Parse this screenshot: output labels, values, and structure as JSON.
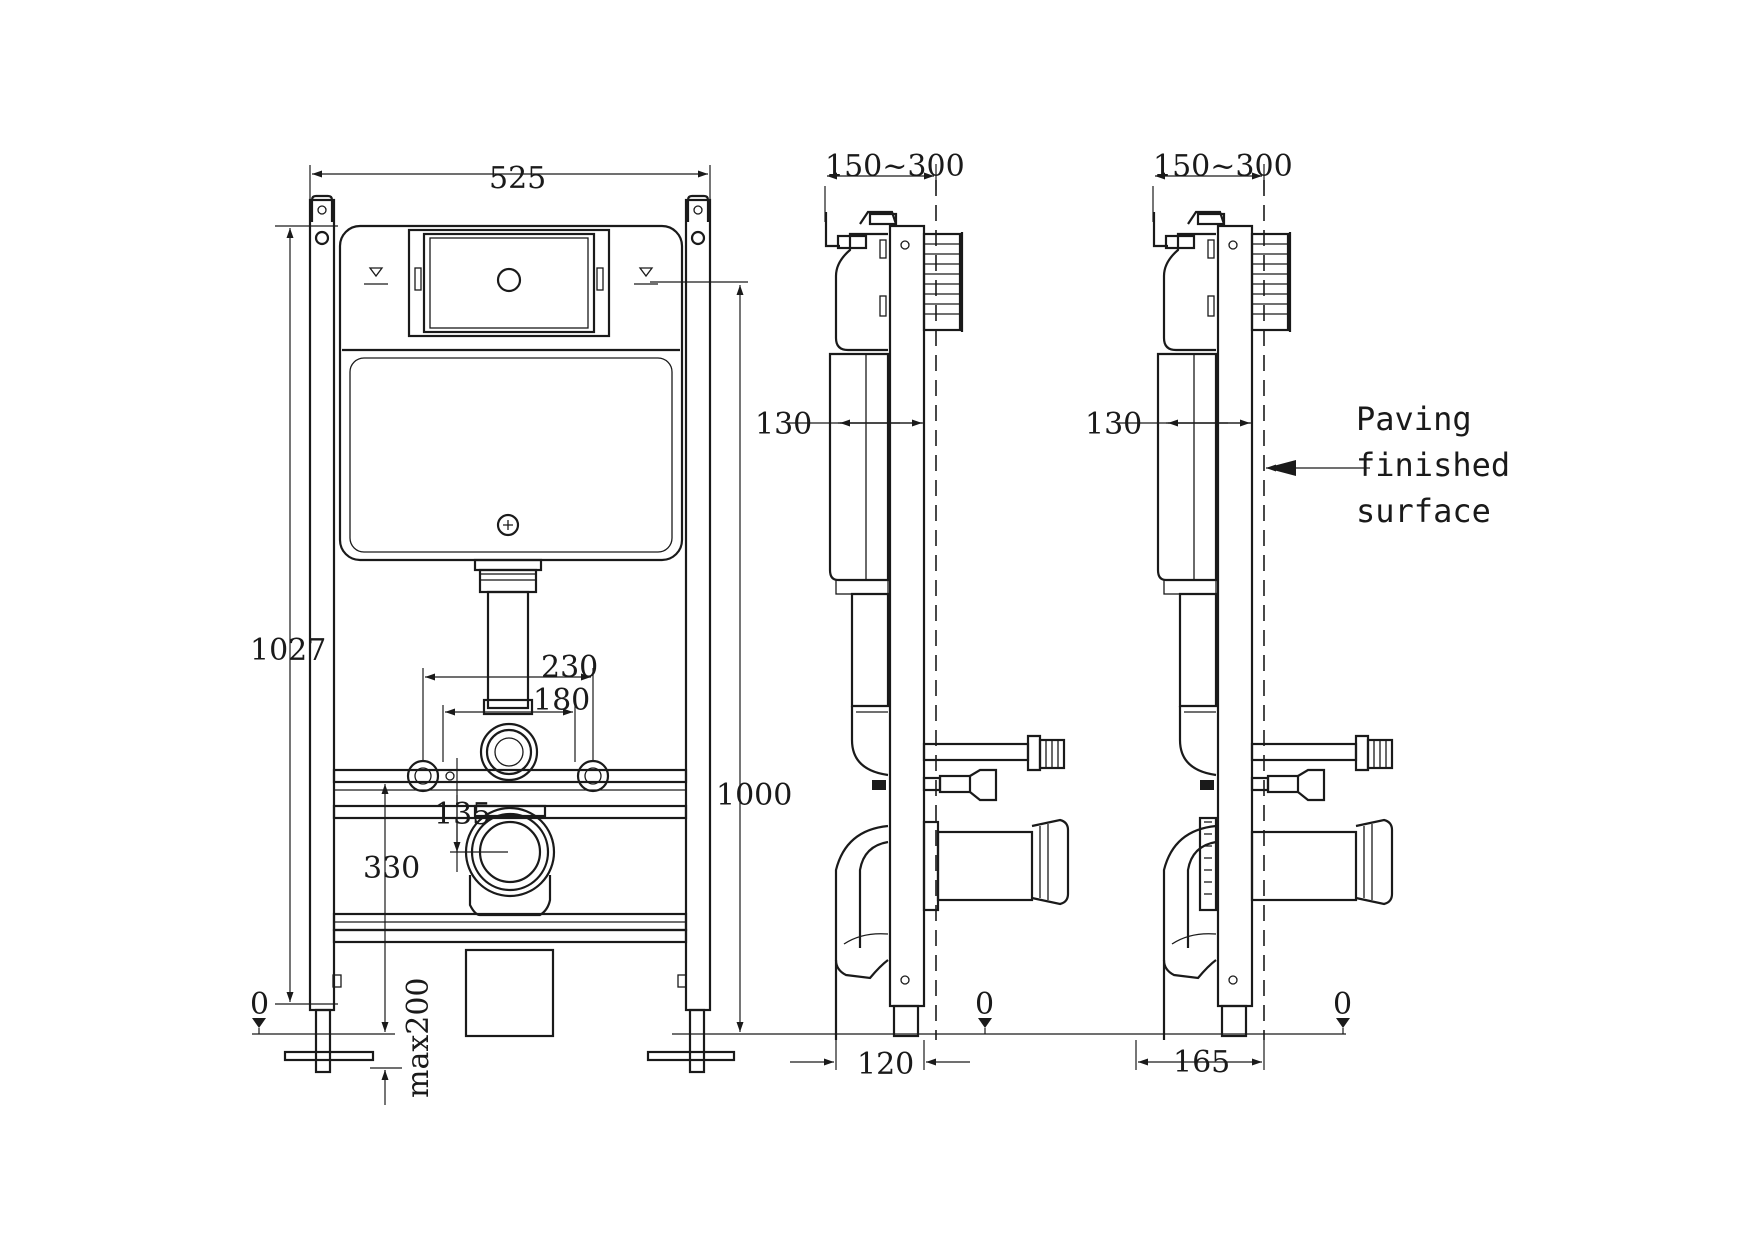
{
  "front_view": {
    "width": "525",
    "height_total": "1027",
    "height_flush": "1000",
    "dim_230": "230",
    "dim_180": "180",
    "dim_135": "135",
    "dim_330": "330",
    "max_leg": "max200",
    "zero": "0"
  },
  "side_view_a": {
    "range": "150~300",
    "depth": "130",
    "offset": "120",
    "zero": "0"
  },
  "side_view_b": {
    "range": "150~300",
    "depth": "130",
    "offset": "165",
    "zero": "0"
  },
  "annotation": {
    "line1": "Paving",
    "line2": "finished",
    "line3": "surface"
  }
}
